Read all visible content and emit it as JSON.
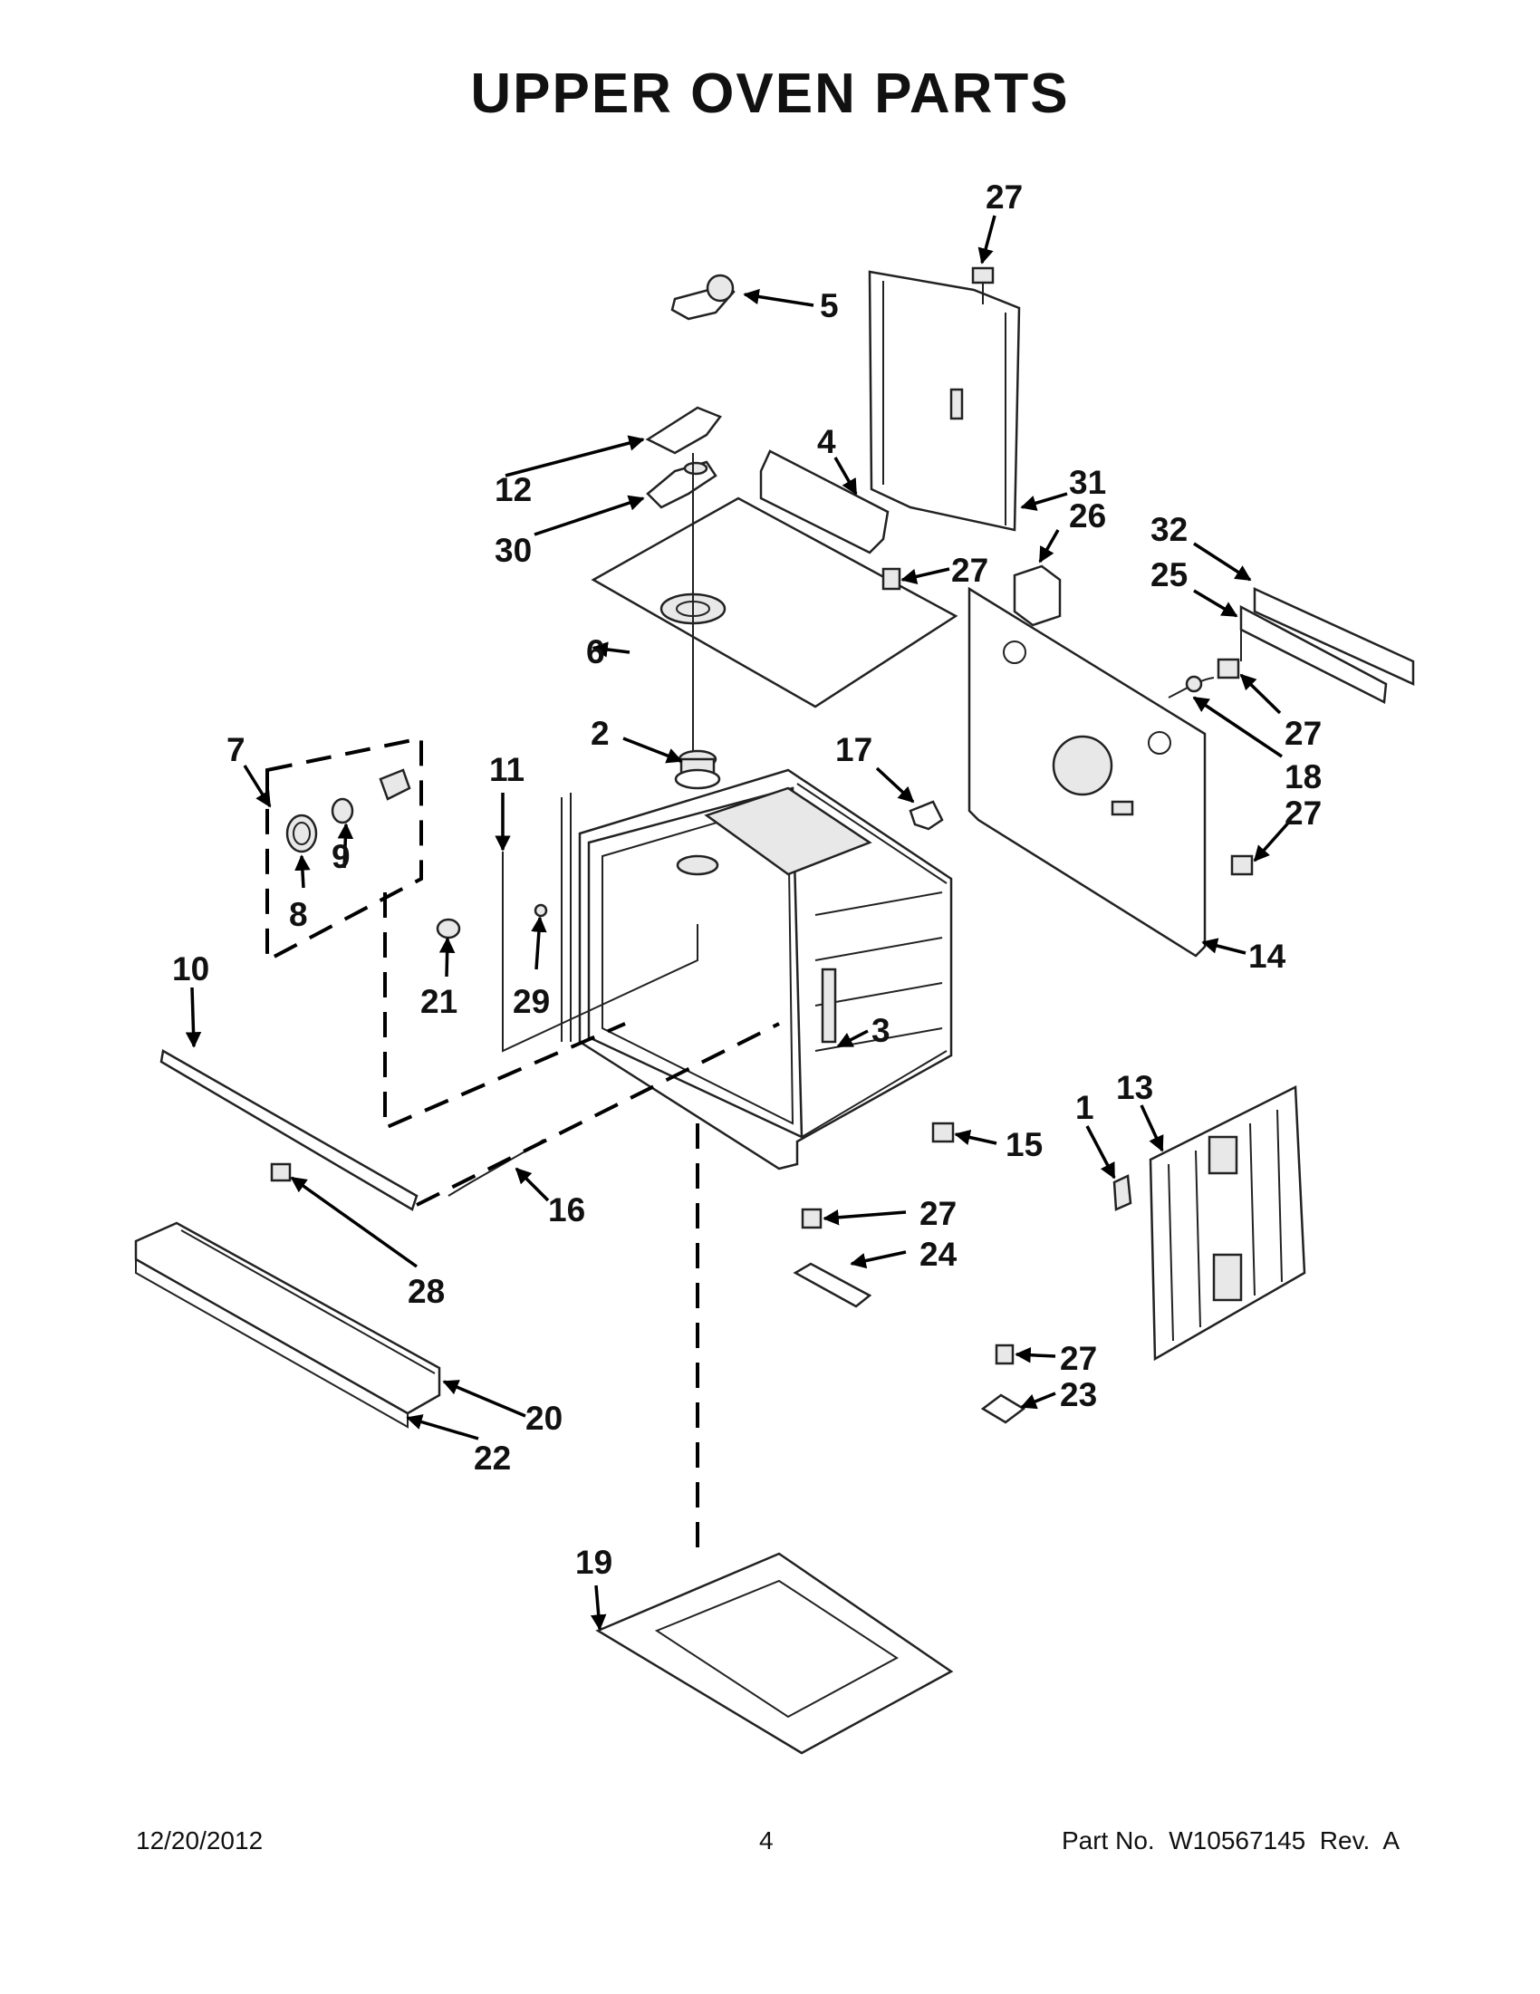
{
  "title": "UPPER OVEN PARTS",
  "callouts": {
    "p1": "1",
    "p2": "2",
    "p3": "3",
    "p4": "4",
    "p5": "5",
    "p6": "6",
    "p7": "7",
    "p8": "8",
    "p9": "9",
    "p10": "10",
    "p11": "11",
    "p12": "12",
    "p13": "13",
    "p14": "14",
    "p15": "15",
    "p16": "16",
    "p17": "17",
    "p18": "18",
    "p19": "19",
    "p20": "20",
    "p21": "21",
    "p22": "22",
    "p23": "23",
    "p24": "24",
    "p25": "25",
    "p26": "26",
    "p27": "27",
    "p28": "28",
    "p29": "29",
    "p30": "30",
    "p31": "31",
    "p32": "32"
  },
  "footer": {
    "date": "12/20/2012",
    "page": "4",
    "part_no": "Part No.  W10567145  Rev.  A"
  }
}
